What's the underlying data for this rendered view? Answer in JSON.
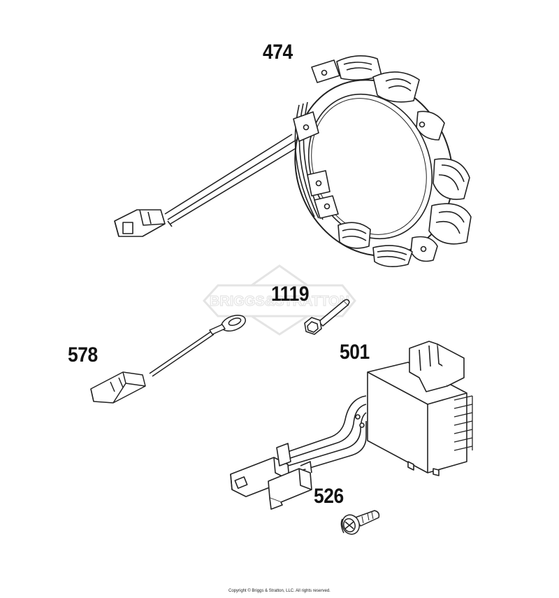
{
  "callouts": {
    "stator": "474",
    "screw_1119": "1119",
    "wire_harness": "578",
    "regulator": "501",
    "screw_526": "526"
  },
  "watermark": {
    "text": "BRIGGS&STRATTON"
  },
  "copyright": "Copyright © Briggs & Stratton, LLC. All rights reserved.",
  "colors": {
    "line": "#222222",
    "watermark": "#d8d8d8",
    "background": "#ffffff"
  }
}
